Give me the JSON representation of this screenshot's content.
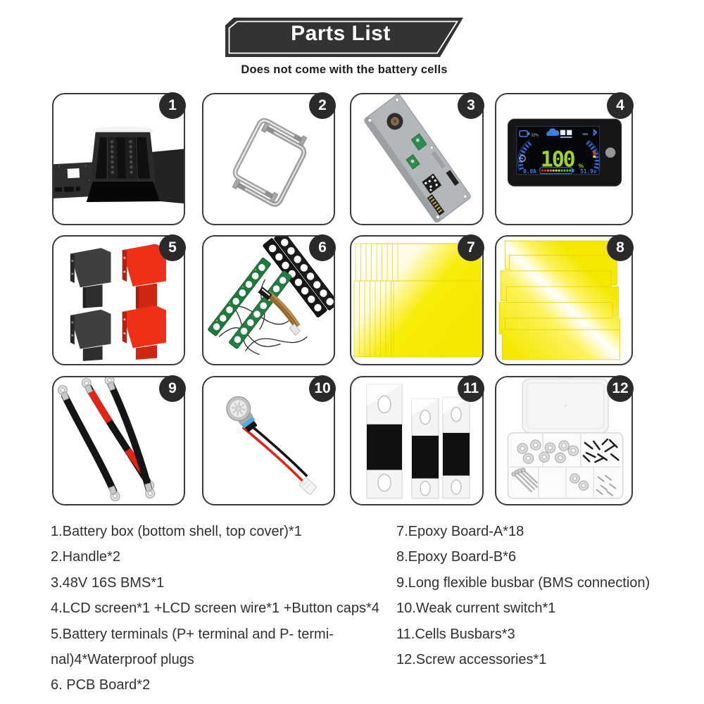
{
  "header": {
    "title": "Parts List",
    "subtitle": "Does not come with the battery cells"
  },
  "badges": [
    "1",
    "2",
    "3",
    "4",
    "5",
    "6",
    "7",
    "8",
    "9",
    "10",
    "11",
    "12"
  ],
  "lcd": {
    "temp": "32%",
    "aux": "250",
    "soc": "100",
    "soc_unit": "%",
    "current": "0.0A",
    "voltage": "51.9v"
  },
  "parts_list": {
    "left": [
      "1.Battery box (bottom shell, top cover)*1",
      "2.Handle*2",
      "3.48V 16S BMS*1",
      "4.LCD screen*1 +LCD screen wire*1 +Button caps*4",
      "5.Battery terminals (P+ terminal and P- termi-",
      "nal)4*Waterproof plugs",
      "6. PCB Board*2"
    ],
    "right": [
      "7.Epoxy Board-A*18",
      "8.Epoxy Board-B*6",
      "9.Long flexible busbar (BMS connection)",
      "10.Weak current switch*1",
      "11.Cells Busbars*3",
      "12.Screw accessories*1"
    ]
  },
  "colors": {
    "banner_bg": "#333333",
    "badge_bg": "#2a2a2a",
    "epoxy_yellow": "#f5e800",
    "terminal_red": "#ee3018",
    "pcb_green": "#1e7a3c",
    "lcd_blue": "#3f7fe0",
    "lcd_green": "#9fd32a"
  }
}
